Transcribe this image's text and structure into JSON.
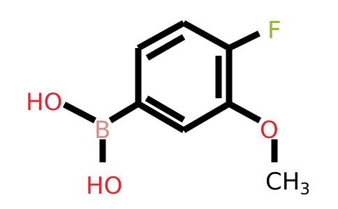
{
  "molecule": {
    "atoms": {
      "fluorine": {
        "symbol": "F",
        "color": "#8fb833"
      },
      "boron": {
        "symbol": "B",
        "color": "#e08a86"
      },
      "hydroxyl_top": {
        "symbol": "HO",
        "color": "#e2262f"
      },
      "hydroxyl_bottom": {
        "symbol": "HO",
        "color": "#e2262f"
      },
      "ether_oxygen": {
        "symbol": "O",
        "color": "#e2262f"
      },
      "methyl": {
        "symbol": "CH",
        "subscript": "3",
        "color": "#000000"
      }
    },
    "bond_color": "#000000"
  }
}
